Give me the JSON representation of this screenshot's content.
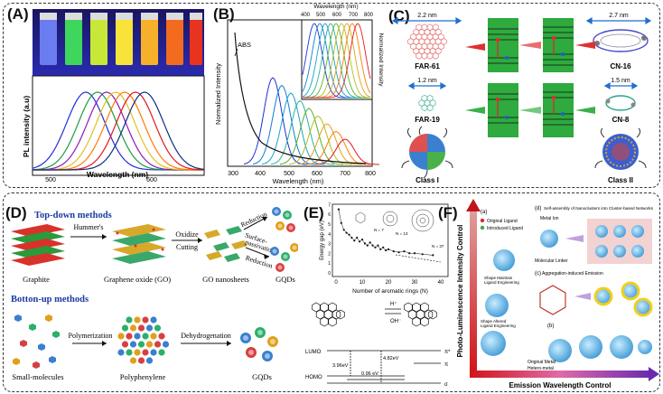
{
  "panelA": {
    "letter": "(A)",
    "ylabel": "PL intensity (a.u)",
    "xlabel": "Wavelength (nm)",
    "xticks": [
      "500",
      "600"
    ]
  },
  "panelB": {
    "letter": "(B)",
    "ylabel": "Normalized Intensity",
    "ylabel_right": "Normalized Intensity",
    "xlabel": "Wavelength (nm)",
    "xlabel_top": "Wavelength (nm)",
    "abs_label": "ABS",
    "xticks": [
      "300",
      "400",
      "500",
      "600",
      "700",
      "800"
    ],
    "top_xticks": [
      "400",
      "500",
      "600",
      "700",
      "800"
    ]
  },
  "panelC": {
    "letter": "(C)",
    "far61_size": "2.2 nm",
    "far61_name": "FAR-61",
    "cn16_size": "2.7 nm",
    "cn16_name": "CN-16",
    "far19_size": "1.2 nm",
    "far19_name": "FAR-19",
    "cn8_size": "1.5 nm",
    "cn8_name": "CN-8",
    "class1": "Class I",
    "class2": "Class II"
  },
  "panelD": {
    "letter": "(D)",
    "topdown": "Top-down methods",
    "hummer": "Hummer's",
    "oxidize": "Oxidize",
    "cutting": "Cutting",
    "reduction": "Reduction",
    "surface": "Surface-",
    "passivation": "passivation",
    "reduction2": "Reduction",
    "graphite": "Graphite",
    "go": "Graphene oxide (GO)",
    "gonano": "GO nanosheets",
    "gqds1": "GQDs",
    "bottomup": "Botton-up methods",
    "polymerization": "Polymerization",
    "dehydrogenation": "Dehydrogenation",
    "small": "Small-molecules",
    "polyphen": "Polyphenylene",
    "gqds2": "GQDs"
  },
  "panelE": {
    "letter": "(E)",
    "ylabel": "Energy gap (eV)",
    "xlabel": "Number of aromatic rings (N)",
    "xticks": [
      "0",
      "10",
      "20",
      "30",
      "40"
    ],
    "yticks": [
      "0",
      "1",
      "2",
      "3",
      "4",
      "5",
      "6",
      "7"
    ],
    "n7": "N = 7",
    "n13": "N = 13",
    "n37": "N = 37",
    "hplus": "H⁺",
    "ohminus": "OH⁻",
    "lumo": "LUMO",
    "homo": "HOMO",
    "e1": "3.96eV",
    "e2": "4.82eV",
    "e3": "0.96 eV",
    "pi": "π",
    "pistar": "π*",
    "sigma": "σ"
  },
  "panelF": {
    "letter": "(F)",
    "ylabel": "Photo-Luminescence Intensity Control",
    "xlabel": "Emission Wavelength Control",
    "sub_a": "(a)",
    "sub_b": "(b)",
    "sub_c": "(c)",
    "sub_d": "(d)",
    "legend_orig": "Original Ligand",
    "legend_intro": "Introduced Ligand",
    "shape_maintain": "Shape Maintain\nLigand Engineering",
    "shape_altered": "Shape Altered\nLigand Engineering",
    "selfassembly": "Self-assembly of Nanoclusters into Cluster-based Networks",
    "metal_ion": "Metal Ion",
    "molecular_linker": "Molecular Linker",
    "aie": "Aggregation-induced Emission",
    "original_metal": "Original Metal",
    "hetero_metal": "Hetero-metal"
  },
  "colors": {
    "spectra": [
      "#1f2fd8",
      "#1a9e3a",
      "#8c1ab8",
      "#e0c11a",
      "#ff7a00",
      "#e0181f",
      "#0d7fd0",
      "#111111"
    ]
  }
}
